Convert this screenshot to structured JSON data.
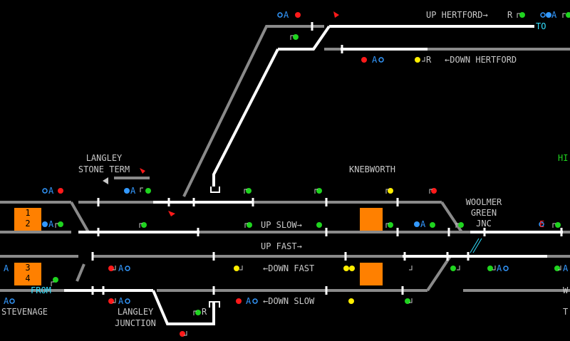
{
  "locations": {
    "langley_stone_term": [
      "LANGLEY",
      "STONE TERM"
    ],
    "knebworth": "KNEBWORTH",
    "woolmer_green_jnc": [
      "WOOLMER",
      "GREEN",
      "JNC"
    ],
    "stevenage": "STEVENAGE",
    "langley_junction": [
      "LANGLEY",
      "JUNCTION"
    ],
    "hi_partial": "HI",
    "w_partial": "W",
    "t_partial": "T"
  },
  "lines": {
    "up_hertford": "UP HERTFORD",
    "down_hertford": "DOWN HERTFORD",
    "up_slow": "UP SLOW",
    "up_fast": "UP FAST",
    "down_fast": "DOWN FAST",
    "down_slow": "DOWN SLOW"
  },
  "markers": {
    "to": "TO",
    "from": "FROM",
    "r": "R",
    "a": "A",
    "e": "E"
  },
  "berths": [
    {
      "id": "berth-1-2",
      "line1": "1",
      "line2": "2"
    },
    {
      "id": "berth-3-4",
      "line1": "3",
      "line2": "4"
    },
    {
      "id": "berth-up-slow-knebworth",
      "line1": "",
      "line2": ""
    },
    {
      "id": "berth-down-fast-knebworth",
      "line1": "",
      "line2": ""
    }
  ],
  "colors": {
    "background": "#000000",
    "track_occupied": "#ffffff",
    "track_clear": "#8a8a8a",
    "signal_green": "#1fd41f",
    "signal_red": "#ff1a1a",
    "signal_yellow": "#ffee00",
    "auto_blue": "#3399ff",
    "berth_orange": "#ff8000",
    "label_text": "#c8c8c8",
    "cyan_text": "#33e0ff"
  }
}
